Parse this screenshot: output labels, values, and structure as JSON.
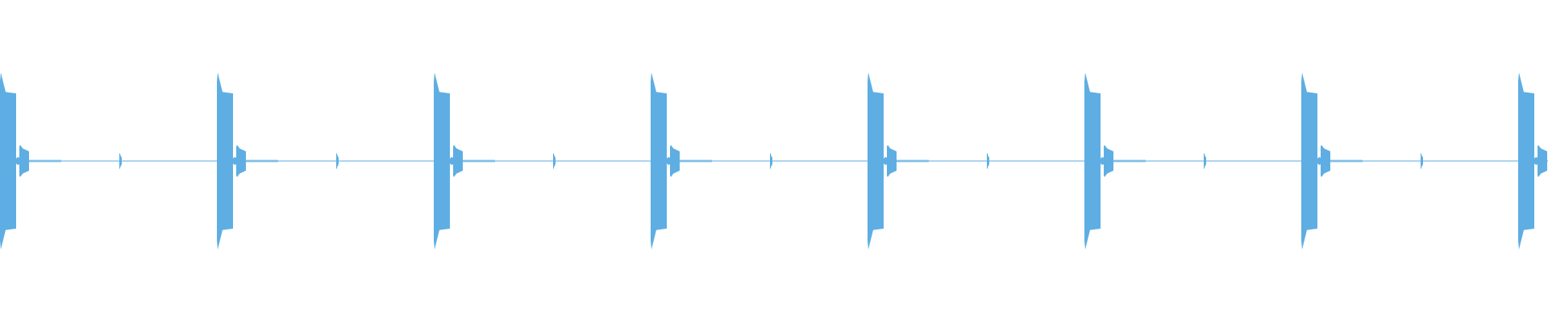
{
  "waveform": {
    "color": "#5eaee3",
    "background": "#ffffff",
    "pattern": {
      "repeats": 8,
      "events_per_repeat": [
        {
          "kind": "hit",
          "peak": 0.55,
          "decay": 0.42
        },
        {
          "kind": "tail",
          "peak": 0.1,
          "decay": 0.06
        },
        {
          "kind": "tick",
          "peak": 0.05,
          "decay": 0.02
        }
      ]
    },
    "baseline_level": 0.008
  }
}
